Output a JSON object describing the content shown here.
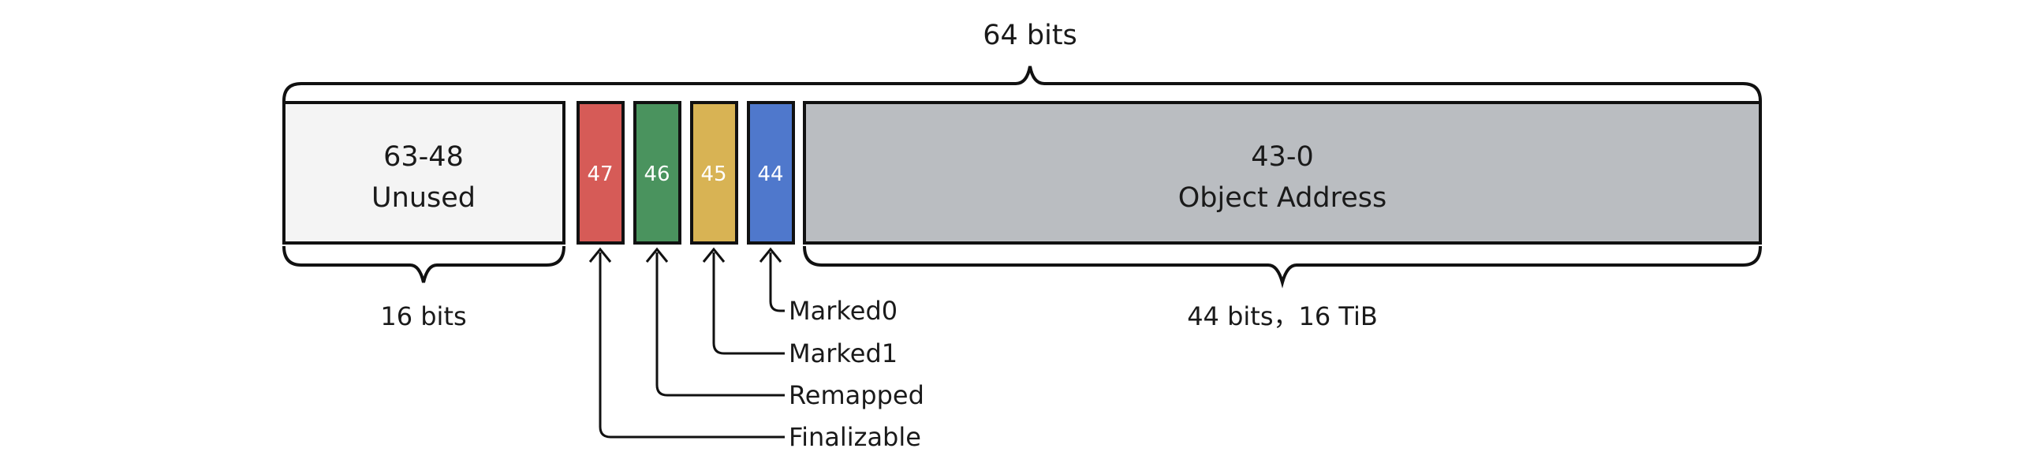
{
  "top_label": "64 bits",
  "unused": {
    "range": "63-48",
    "name": "Unused",
    "width_label": "16 bits",
    "fill": "#f4f4f4"
  },
  "address": {
    "range": "43-0",
    "name": "Object Address",
    "width_label": "44 bits，16 TiB",
    "fill": "#babdc1"
  },
  "flag_bits": [
    {
      "bit": "47",
      "name": "Finalizable",
      "color": "#d65b57"
    },
    {
      "bit": "46",
      "name": "Remapped",
      "color": "#4a935e"
    },
    {
      "bit": "45",
      "name": "Marked1",
      "color": "#d8b354"
    },
    {
      "bit": "44",
      "name": "Marked0",
      "color": "#4f78cc"
    }
  ]
}
